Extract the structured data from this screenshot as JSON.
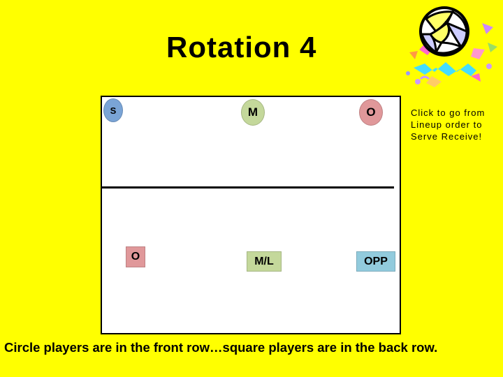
{
  "slide": {
    "title": "Rotation 4",
    "instruction": "Click to go from Lineup order to Serve Receive!",
    "caption": "Circle players are in the front row…square players are in the back row."
  },
  "players": {
    "front_left": {
      "label": "S",
      "shape": "circle",
      "color": "#7aa4d6"
    },
    "front_mid": {
      "label": "M",
      "shape": "circle",
      "color": "#c4d89b"
    },
    "front_right": {
      "label": "O",
      "shape": "circle",
      "color": "#e0989a"
    },
    "back_left": {
      "label": "O",
      "shape": "square",
      "color": "#e0989a"
    },
    "back_mid": {
      "label": "M/L",
      "shape": "square",
      "color": "#c4d89b"
    },
    "back_right": {
      "label": "OPP",
      "shape": "square",
      "color": "#92cbdd"
    }
  },
  "colors": {
    "background": "#ffff00",
    "court": "#ffffff"
  },
  "clipart": {
    "icon": "volleyball-icon"
  }
}
